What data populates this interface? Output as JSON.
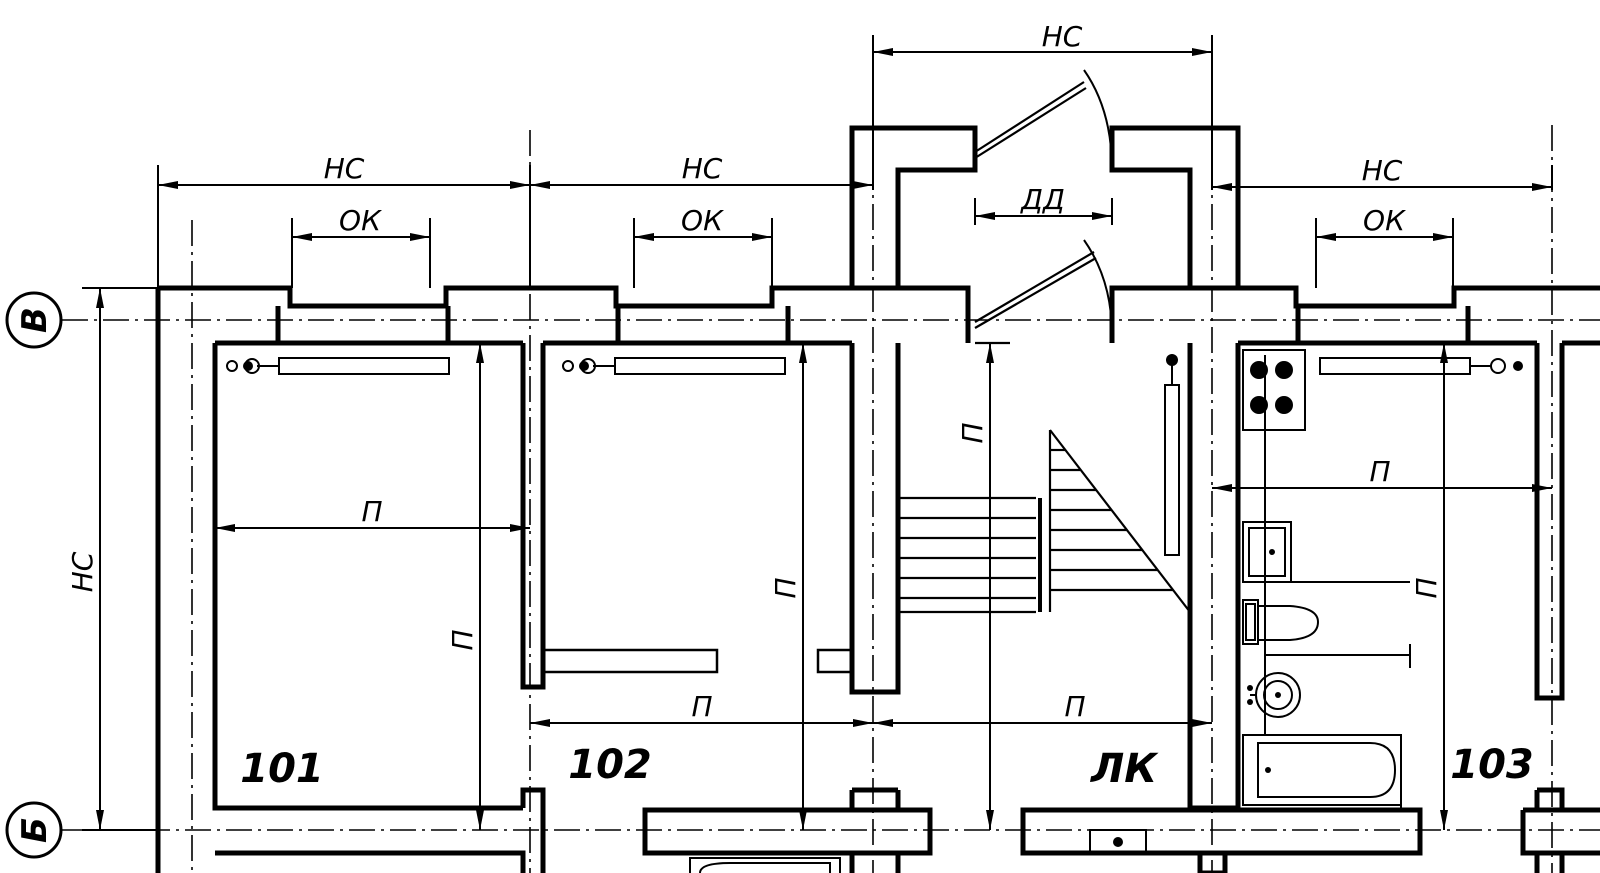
{
  "grid_axes": {
    "row_top": "В",
    "row_bottom": "Б"
  },
  "dimensions": {
    "wall_spacing": "НС",
    "window_opening": "ОК",
    "door_opening": "ДД",
    "room_size": "П"
  },
  "rooms": [
    {
      "number": "101"
    },
    {
      "number": "102"
    },
    {
      "number": "ЛК"
    },
    {
      "number": "103"
    }
  ]
}
